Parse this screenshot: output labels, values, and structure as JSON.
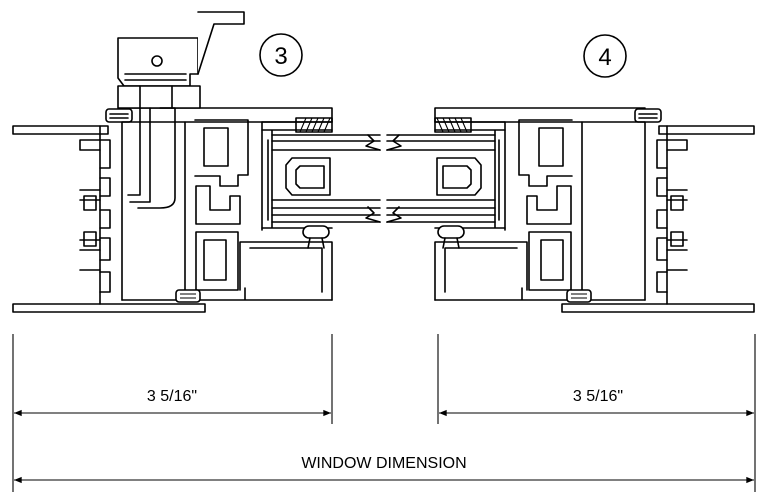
{
  "callouts": {
    "left": "3",
    "right": "4"
  },
  "dimensions": {
    "left_width": "3 5/16\"",
    "right_width": "3 5/16\"",
    "overall": "WINDOW DIMENSION"
  },
  "colors": {
    "line": "#000000",
    "background": "#ffffff"
  }
}
